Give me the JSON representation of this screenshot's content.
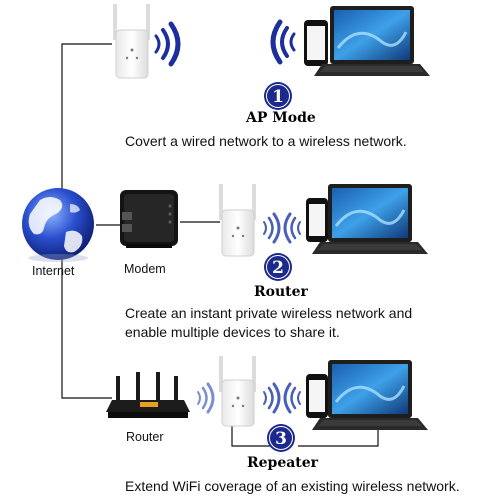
{
  "nodes": {
    "internet_label": "Internet",
    "modem_label": "Modem",
    "router_label": "Router"
  },
  "modes": [
    {
      "number": "1",
      "title": "AP Mode",
      "description": [
        "Covert a wired network to a wireless network."
      ]
    },
    {
      "number": "2",
      "title": "Router",
      "description": [
        "Create an instant private wireless network and",
        "enable multiple devices to share it."
      ]
    },
    {
      "number": "3",
      "title": "Repeater",
      "description": [
        "Extend WiFi coverage of an existing wireless network."
      ]
    }
  ],
  "colors": {
    "badge": "#1b2a8c",
    "signal": "#1c2f9c",
    "signal_light": "#7c8fd6",
    "line": "#111111",
    "globe": "#2a4fcf"
  },
  "icons": [
    "globe-icon",
    "modem-icon",
    "router-icon",
    "extender-icon",
    "laptop-icon",
    "phone-icon",
    "wifi-signal-icon"
  ]
}
